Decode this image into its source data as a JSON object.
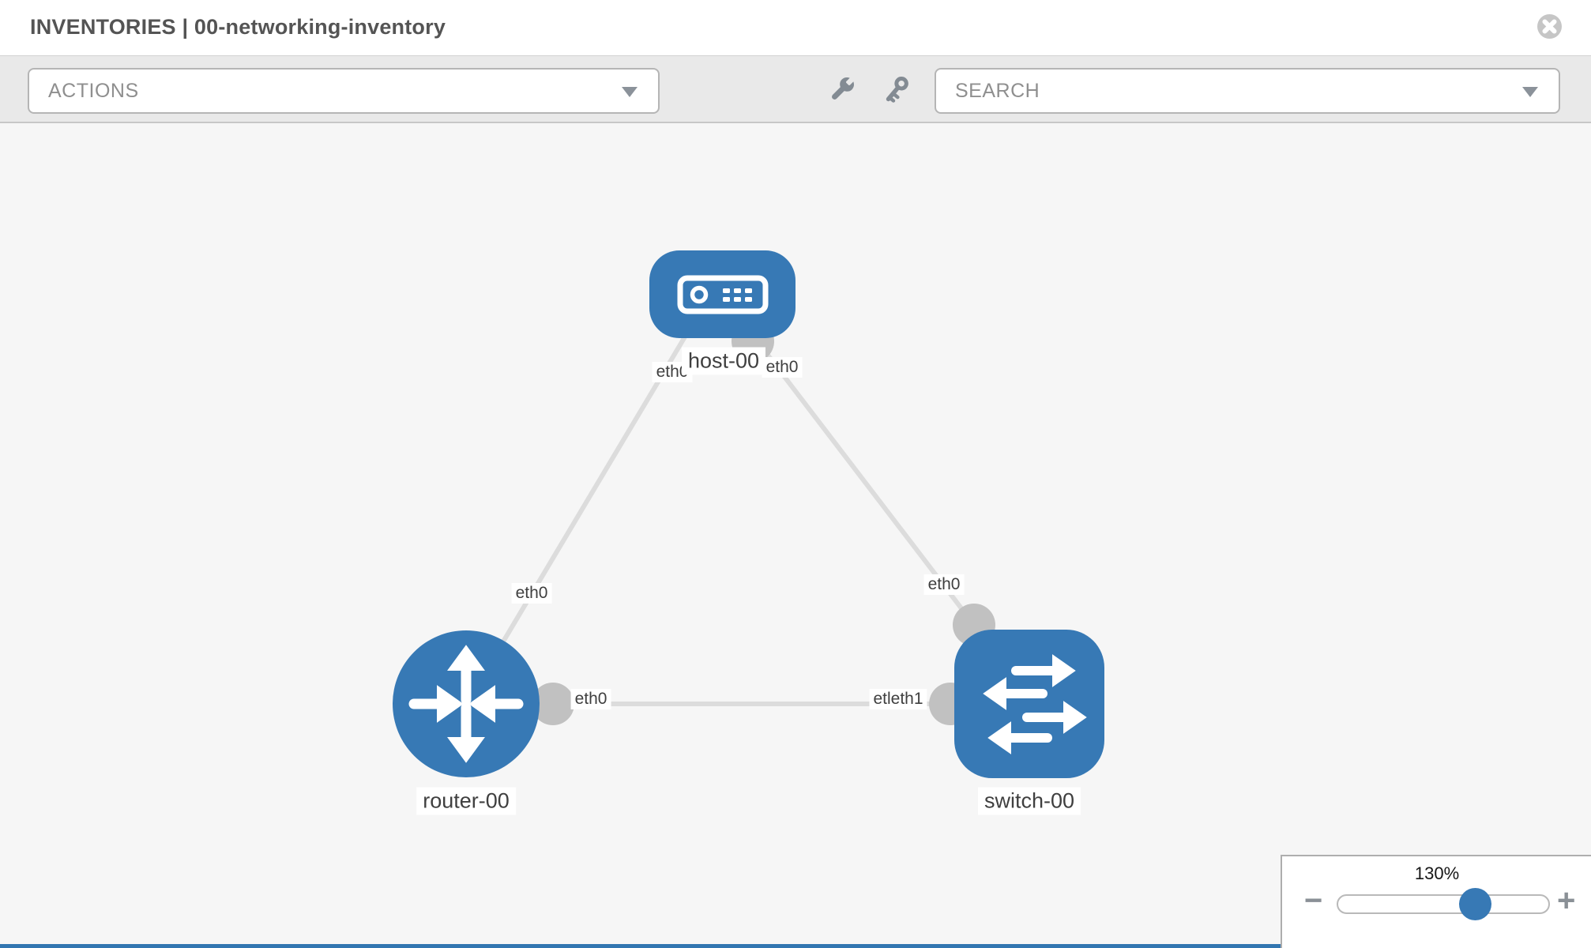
{
  "header": {
    "title": "INVENTORIES | 00-networking-inventory"
  },
  "toolbar": {
    "actions": {
      "placeholder": "ACTIONS"
    },
    "search": {
      "placeholder": "SEARCH"
    },
    "icons": [
      "wrench-icon",
      "key-icon"
    ]
  },
  "topology": {
    "nodes": [
      {
        "id": "host-00",
        "type": "host",
        "label": "host-00"
      },
      {
        "id": "router-00",
        "type": "router",
        "label": "router-00"
      },
      {
        "id": "switch-00",
        "type": "switch",
        "label": "switch-00"
      }
    ],
    "links": [
      {
        "from": "host-00",
        "to": "router-00"
      },
      {
        "from": "host-00",
        "to": "switch-00"
      },
      {
        "from": "router-00",
        "to": "switch-00"
      }
    ],
    "interface_labels": {
      "host_left": "eth0",
      "host_right": "eth0",
      "router_host_link": "eth0",
      "router_switch_link": "eth0",
      "switch_host_link": "eth0",
      "switch_router_link": "etleth1"
    }
  },
  "zoom": {
    "level": "130%",
    "minus": "−",
    "plus": "+"
  },
  "colors": {
    "node_blue": "#3779b5",
    "link_gray": "#dcdcdc",
    "port_gray": "#c1c1c1",
    "toolbar_gray": "#e9e9e9",
    "canvas_gray": "#f6f6f6"
  }
}
